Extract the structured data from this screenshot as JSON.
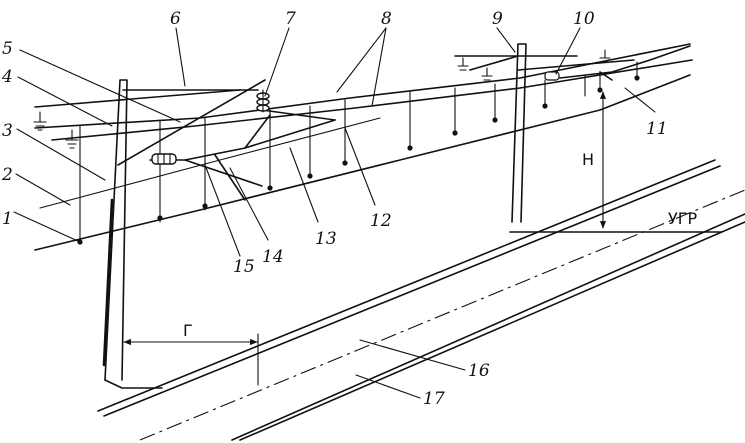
{
  "diagram": {
    "callouts": [
      "1",
      "2",
      "3",
      "4",
      "5",
      "6",
      "7",
      "8",
      "9",
      "10",
      "11",
      "12",
      "13",
      "14",
      "15",
      "16",
      "17"
    ],
    "dimensions": {
      "horizontal_gauge": "Г",
      "height": "Н",
      "rail_head_level": "УГР"
    },
    "icons": [
      "ground-symbol-icon",
      "insulator-icon",
      "arrow-icon"
    ]
  }
}
